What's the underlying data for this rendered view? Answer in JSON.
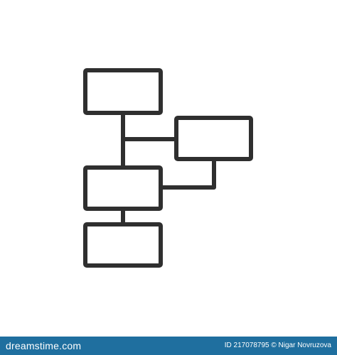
{
  "colors": {
    "background": "#ffffff",
    "line": "#2f2f2f",
    "footer": "#1f6f9f",
    "footer_text": "#ffffff"
  },
  "illustration": {
    "icon_name": "flowchart-icon",
    "boxes": [
      "box-top",
      "box-right",
      "box-middle",
      "box-bottom"
    ]
  },
  "footer": {
    "brand": "dreamstime.com",
    "credit": "ID 217078795 © Nigar Novruzova"
  }
}
